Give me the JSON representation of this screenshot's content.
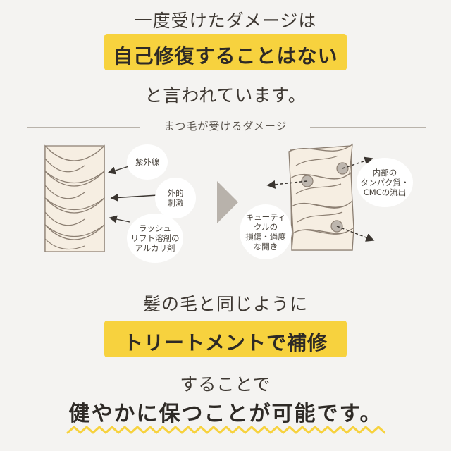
{
  "heading": {
    "line1": "一度受けたダメージは",
    "highlight": "自己修復することはない",
    "line2": "と言われています。"
  },
  "section": {
    "label": "まつ毛が受けるダメージ"
  },
  "left_labels": {
    "uv": "紫外線",
    "external_line1": "外的",
    "external_line2": "刺激",
    "lash_line1": "ラッシュ",
    "lash_line2": "リフト溶剤の",
    "lash_line3": "アルカリ剤"
  },
  "right_labels": {
    "protein_line1": "内部の",
    "protein_line2": "タンパク質・",
    "protein_line3": "CMCの流出",
    "cuticle_line1": "キューティ",
    "cuticle_line2": "クルの",
    "cuticle_line3": "損傷・過度",
    "cuticle_line4": "な開き"
  },
  "footer": {
    "line1": "髪の毛と同じように",
    "highlight": "トリートメントで補修",
    "line2": "することで",
    "line3": "健やかに保つことが可能です。"
  },
  "colors": {
    "highlight": "#f7d23e",
    "cuticle_fill": "#f6eee2",
    "cuticle_stroke": "#8c7f72",
    "arrow_gray": "#b8b2ab",
    "wave": "#f7d23e"
  }
}
